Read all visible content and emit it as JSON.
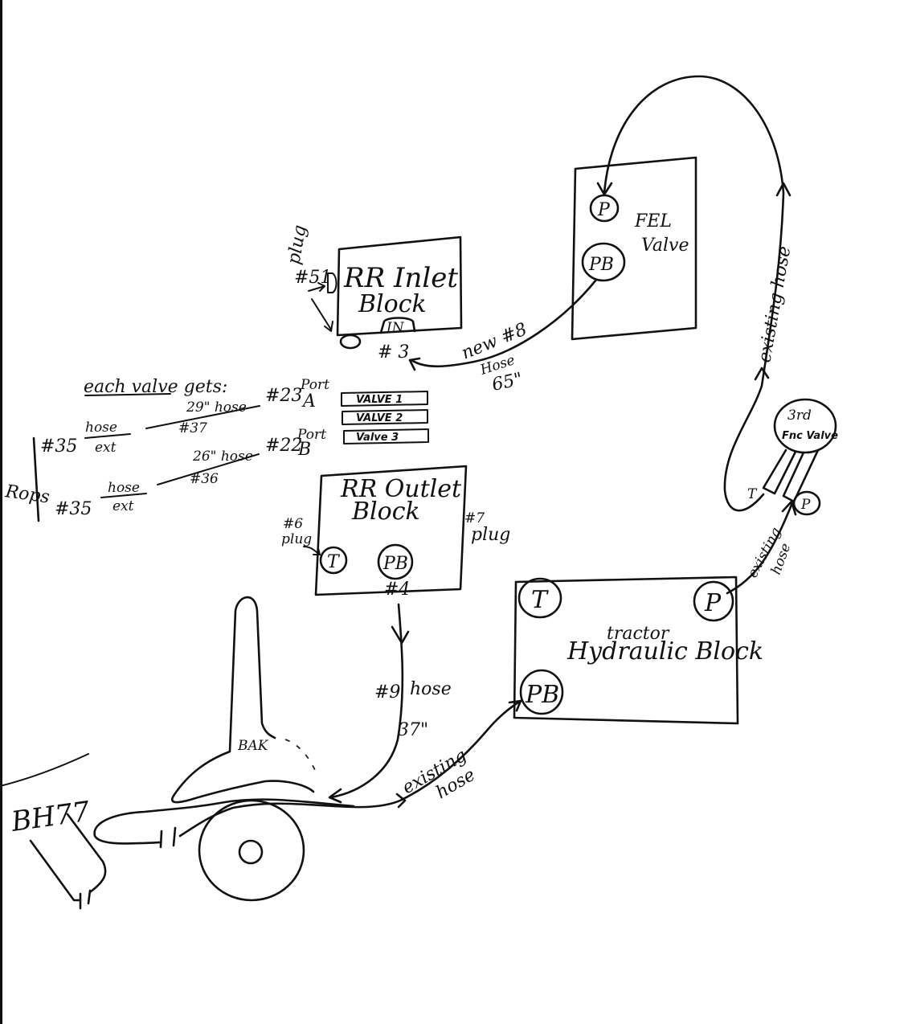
{
  "diagram": {
    "components": {
      "fel_valve": {
        "line1": "FEL",
        "line2": "Valve",
        "port_p": "P",
        "port_pb": "PB"
      },
      "rr_inlet_block": {
        "line1": "RR Inlet",
        "line2": "Block",
        "port_in": "IN",
        "port_in_fitting": "# 3",
        "plug_label": "plug",
        "plug_fitting": "#51"
      },
      "rr_outlet_block": {
        "line1": "RR Outlet",
        "line2": "Block",
        "port_t": "T",
        "port_pb": "PB",
        "port_pb_fitting": "#4",
        "left_plug_fitting": "#6",
        "left_plug_label": "plug",
        "right_plug_fitting": "#7",
        "right_plug_label": "plug"
      },
      "valve_stack": [
        "VALVE 1",
        "VALVE 2",
        "Valve 3"
      ],
      "third_fnc_valve": {
        "line1": "3rd",
        "line2": "Fnc Valve",
        "port_t": "T",
        "port_p": "P"
      },
      "tractor_hydraulic_block": {
        "line1": "tractor",
        "line2": "Hydraulic Block",
        "port_t": "T",
        "port_p": "P",
        "port_pb": "PB"
      },
      "backhoe": {
        "label": "BH77"
      },
      "tank": {
        "label": "BAK"
      }
    },
    "hoses": {
      "new_hose": {
        "line1": "new #8",
        "line2": "Hose",
        "line3": "65\""
      },
      "existing_hose_right": "existing hose",
      "existing_hose_small_1": "existing",
      "existing_hose_small_2": "hose",
      "hose_9": {
        "number": "#9",
        "word": "hose",
        "length": "37\""
      },
      "existing_hose_bottom_1": "existing",
      "existing_hose_bottom_2": "hose"
    },
    "notes": {
      "heading": "each valve gets:",
      "rops_label": "Rops",
      "row_a": {
        "fitting": "#35",
        "num": "hose",
        "den": "ext",
        "length": "29\" hose",
        "hose_no": "#37",
        "port_fitting": "#23",
        "port_word": "Port",
        "port_letter": "A"
      },
      "row_b": {
        "fitting": "#35",
        "num": "hose",
        "den": "ext",
        "length": "26\" hose",
        "hose_no": "#36",
        "port_fitting": "#22",
        "port_word": "Port",
        "port_letter": "B"
      }
    }
  }
}
